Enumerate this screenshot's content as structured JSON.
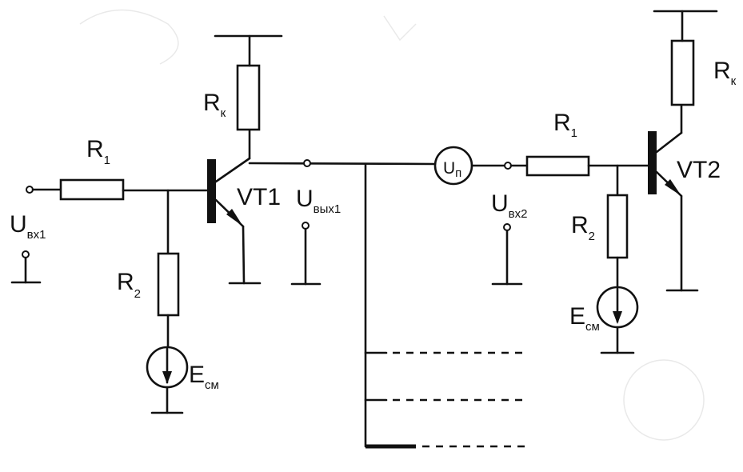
{
  "stage1": {
    "resistor_r1": {
      "main": "R",
      "sub": "1"
    },
    "resistor_r2": {
      "main": "R",
      "sub": "2"
    },
    "resistor_rk": {
      "main": "R",
      "sub": "к"
    },
    "transistor": "VT1",
    "bias_source": {
      "main": "E",
      "sub": "см"
    },
    "input_label": {
      "main": "U",
      "sub": "вх1"
    },
    "output_label": {
      "main": "U",
      "sub": "вых1"
    }
  },
  "coupling_source": {
    "main": "U",
    "sub": "п"
  },
  "stage2": {
    "resistor_r1": {
      "main": "R",
      "sub": "1"
    },
    "resistor_r2": {
      "main": "R",
      "sub": "2"
    },
    "resistor_rk": {
      "main": "R",
      "sub": "к"
    },
    "transistor": "VT2",
    "bias_source": {
      "main": "E",
      "sub": "см"
    },
    "input_label": {
      "main": "U",
      "sub": "вх2"
    }
  },
  "colors": {
    "ink": "#111111",
    "paper": "#ffffff"
  }
}
